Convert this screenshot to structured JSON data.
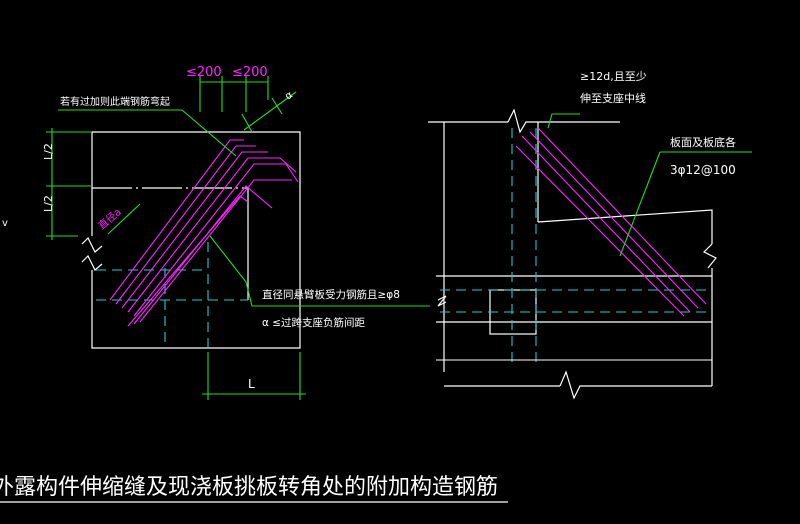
{
  "colors": {
    "background": "#000000",
    "structure": "#ffffff",
    "dimension": "#22dd22",
    "rebar": "#ff22ff",
    "centerline": "#22cccc",
    "note": "#ffffff"
  },
  "left_detail": {
    "dim_top_1": "≤200",
    "dim_top_2": "≤200",
    "dim_diag": "α",
    "note_bend": "若有过加则此端钢筋弯起",
    "dim_half_1": "L/2",
    "dim_half_2": "L/2",
    "dim_bottom": "L",
    "side_mark": "v",
    "rebar_tag": "直径a",
    "note_diameter": "直径同悬臂板受力钢筋且≥φ8",
    "note_spacing": "α ≤过跨支座负筋间距"
  },
  "right_detail": {
    "note_anchor_1": "≥12d,且至少",
    "note_anchor_2": "伸至支座中线",
    "note_layer": "板面及板底各",
    "note_bars": "3φ12@100"
  },
  "caption": "外露构件伸缩缝及现浇板挑板转角处的附加构造钢筋"
}
